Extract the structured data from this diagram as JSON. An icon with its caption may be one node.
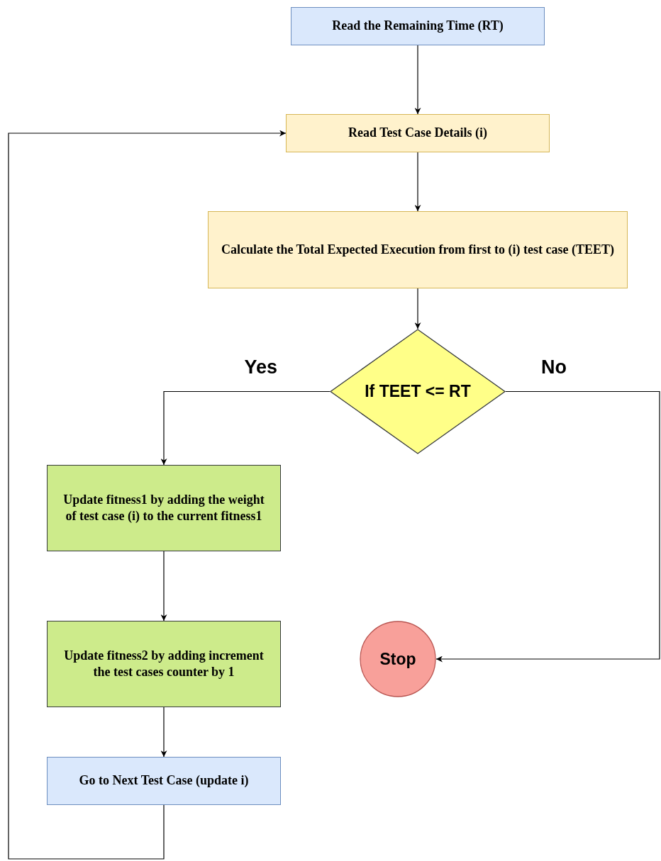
{
  "diagram": {
    "nodes": [
      {
        "text": [
          "Read the Remaining Time (RT)"
        ]
      },
      {
        "text": [
          "Read Test Case Details (i)"
        ]
      },
      {
        "text": [
          "Calculate the Total Expected Execution from first to (i) test case (TEET)"
        ]
      },
      {
        "text": [
          "If TEET <= RT"
        ]
      },
      {
        "text": [
          "Update fitness1 by adding the weight of test case (i) to the current fitness1"
        ]
      },
      {
        "text": [
          "Update fitness2 by adding increment the test cases counter by 1"
        ]
      },
      {
        "text": [
          "Go to Next Test Case (update i)"
        ]
      },
      {
        "text": [
          "Stop"
        ]
      }
    ],
    "edges": [
      {
        "from": 0,
        "to": 1,
        "arrow": "to"
      },
      {
        "from": 1,
        "to": 2,
        "arrow": "to"
      },
      {
        "from": 2,
        "to": 3,
        "arrow": "to"
      },
      {
        "from": 3,
        "to": 4,
        "arrow": "to",
        "label": "Yes"
      },
      {
        "from": 3,
        "to": 7,
        "arrow": "to",
        "label": "No"
      },
      {
        "from": 4,
        "to": 5,
        "arrow": "to"
      },
      {
        "from": 5,
        "to": 6,
        "arrow": "to"
      },
      {
        "from": 6,
        "to": 1,
        "arrow": "to"
      }
    ]
  }
}
